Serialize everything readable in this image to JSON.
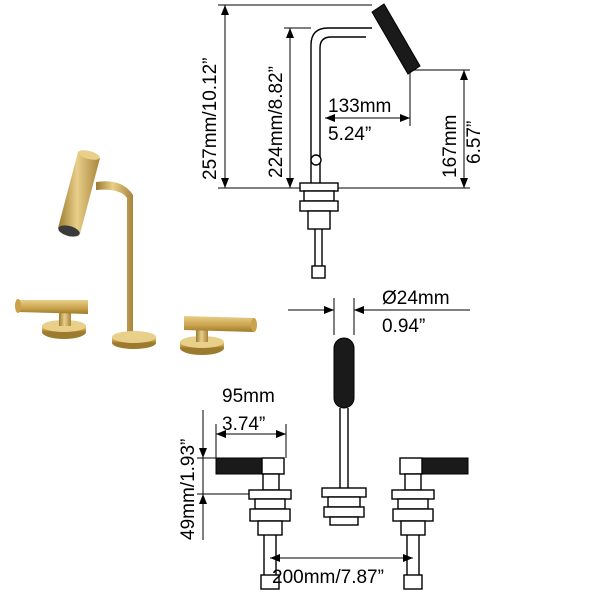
{
  "colors": {
    "brushed_gold": "#c9a24a",
    "gold_highlight": "#e8cf8a",
    "gold_shadow": "#9c7a2e",
    "line": "#000000",
    "knurl": "#1a1a1a"
  },
  "dimensions": {
    "total_height": "257mm/10.12”",
    "spout_height": "224mm/8.82”",
    "reach_mm": "133mm",
    "reach_in": "5.24”",
    "outlet_height_mm": "167mm",
    "outlet_height_in": "6.57”",
    "diameter_mm": "Ø24mm",
    "diameter_in": "0.94”",
    "handle_length_mm": "95mm",
    "handle_length_in": "3.74”",
    "handle_height": "49mm/1.93”",
    "spread": "200mm/7.87”"
  }
}
